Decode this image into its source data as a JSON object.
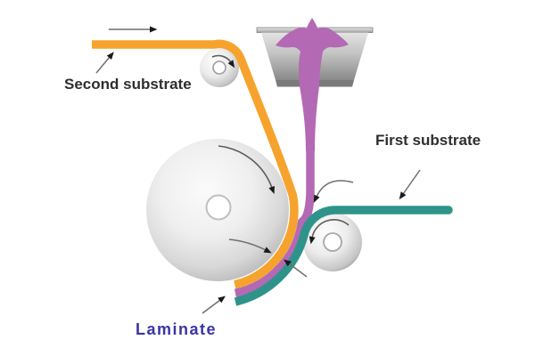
{
  "diagram": {
    "labels": {
      "second_substrate": "Second substrate",
      "first_substrate": "First substrate",
      "laminate": "Laminate"
    },
    "webs": [
      {
        "name": "second-substrate-web",
        "color": "#F6A32D"
      },
      {
        "name": "extrudate-melt",
        "color": "#B469B4"
      },
      {
        "name": "first-substrate-web",
        "color": "#2E948A"
      }
    ],
    "colors": {
      "laminate_label": "#3B34A3",
      "arrow_line": "#6F6F6F",
      "arrow_head": "#1A1A1A",
      "die_light": "#E4E4E4",
      "die_dark": "#7A7A7A"
    },
    "icons": [
      "flow-direction-arrow",
      "second-substrate-pointer-arrow",
      "first-substrate-pointer-arrow",
      "laminate-pointer-arrow",
      "laminate-stack-pointer-arrow",
      "nip-entry-pointer-arrow",
      "melt-nip-pointer-arrow",
      "chill-roll-rotation-arrow",
      "guide-roll-rotation-arrow",
      "nip-roll-rotation-arrow"
    ]
  }
}
